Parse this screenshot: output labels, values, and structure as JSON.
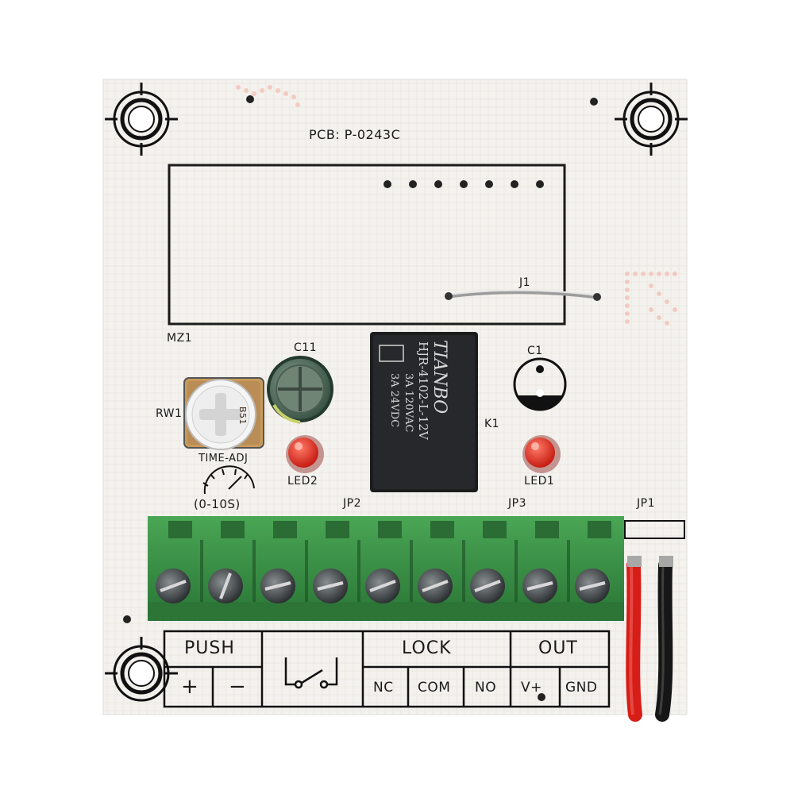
{
  "board": {
    "pcb_label": "PCB: P-0243C",
    "module_label": "MZ1",
    "jumper_label": "J1",
    "pot_label": "RW1",
    "cap1_label": "C11",
    "cap2_label": "C1",
    "relay_ref": "K1",
    "led2_label": "LED2",
    "led1_label": "LED1",
    "time_adj_label": "TIME-ADJ",
    "time_range_label": "(0-10S)",
    "jp2_label": "JP2",
    "jp3_label": "JP3",
    "jp1_label": "JP1",
    "pot_body_text": "B51"
  },
  "relay": {
    "brand": "TIANBO",
    "model": "HJR-4102-L-12V",
    "rating_ac": "3A 120VAC",
    "rating_dc": "3A 24VDC"
  },
  "terminal_legend": {
    "push": "PUSH",
    "lock": "LOCK",
    "out": "OUT",
    "plus": "+",
    "minus": "−",
    "nc": "NC",
    "com": "COM",
    "no": "NO",
    "vplus": "V+",
    "gnd": "GND"
  },
  "colors": {
    "board": "#f3f1ec",
    "terminal_green": "#3f9a4a",
    "relay_body": "#1c1d1f",
    "led_red": "#e0241a",
    "wire_red": "#d61d17",
    "wire_black": "#161616"
  }
}
